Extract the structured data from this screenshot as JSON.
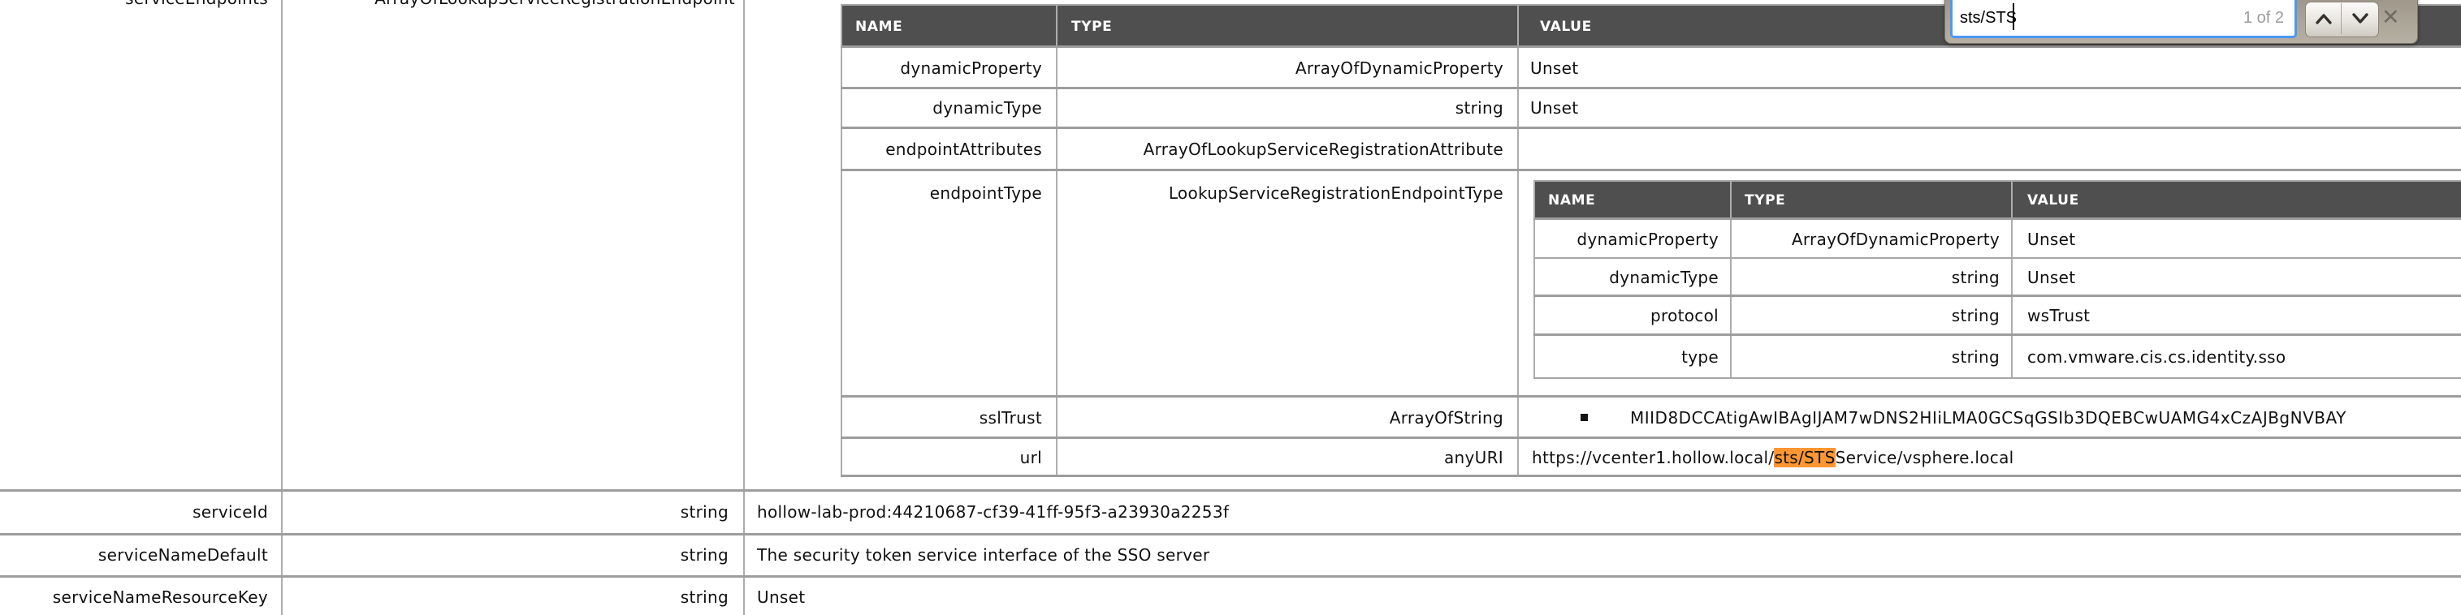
{
  "find_bar": {
    "query": "sts/STS",
    "match_count": "1 of 2",
    "prev_tooltip": "Previous match",
    "next_tooltip": "Next match",
    "close_glyph": "✕"
  },
  "outer_table": {
    "truncated_row": {
      "name": "serviceEndpoints",
      "type": "ArrayOfLookupServiceRegistrationEndpoint"
    },
    "rows": [
      {
        "name": "serviceId",
        "type": "string",
        "value": "hollow-lab-prod:44210687-cf39-41ff-95f3-a23930a2253f"
      },
      {
        "name": "serviceNameDefault",
        "type": "string",
        "value": "The security token service interface of the SSO server"
      },
      {
        "name": "serviceNameResourceKey",
        "type": "string",
        "value": "Unset"
      }
    ]
  },
  "endpoint_table": {
    "headers": [
      "NAME",
      "TYPE",
      "VALUE"
    ],
    "rows": [
      {
        "name": "dynamicProperty",
        "type": "ArrayOfDynamicProperty",
        "value": "Unset"
      },
      {
        "name": "dynamicType",
        "type": "string",
        "value": "Unset"
      },
      {
        "name": "endpointAttributes",
        "type": "ArrayOfLookupServiceRegistrationAttribute",
        "value": ""
      },
      {
        "name": "endpointType",
        "type": "LookupServiceRegistrationEndpointType",
        "value": ""
      },
      {
        "name": "sslTrust",
        "type": "ArrayOfString",
        "value": "MIID8DCCAtigAwIBAgIJAM7wDNS2HIiLMA0GCSqGSIb3DQEBCwUAMG4xCzAJBgNVBAY"
      },
      {
        "name": "url",
        "type": "anyURI",
        "value": "https://vcenter1.hollow.local/sts/STSService/vsphere.local"
      }
    ]
  },
  "endpoint_type_table": {
    "headers": [
      "NAME",
      "TYPE",
      "VALUE"
    ],
    "rows": [
      {
        "name": "dynamicProperty",
        "type": "ArrayOfDynamicProperty",
        "value": "Unset"
      },
      {
        "name": "dynamicType",
        "type": "string",
        "value": "Unset"
      },
      {
        "name": "protocol",
        "type": "string",
        "value": "wsTrust"
      },
      {
        "name": "type",
        "type": "string",
        "value": "com.vmware.cis.cs.identity.sso"
      }
    ]
  },
  "url_value": {
    "prefix": "https://vcenter1.hollow.local/",
    "highlight": "sts/STS",
    "suffix": "Service/vsphere.local"
  },
  "colors": {
    "table_header_bg": "#4f4f4f",
    "table_header_text": "#ffffff",
    "border_gray": "#9d9d9d",
    "find_highlight_active": "#ff9632",
    "find_bar_bg": "#aaa496",
    "find_input_focus_border": "#4a99f6",
    "match_count_text": "#9b9b9b"
  }
}
